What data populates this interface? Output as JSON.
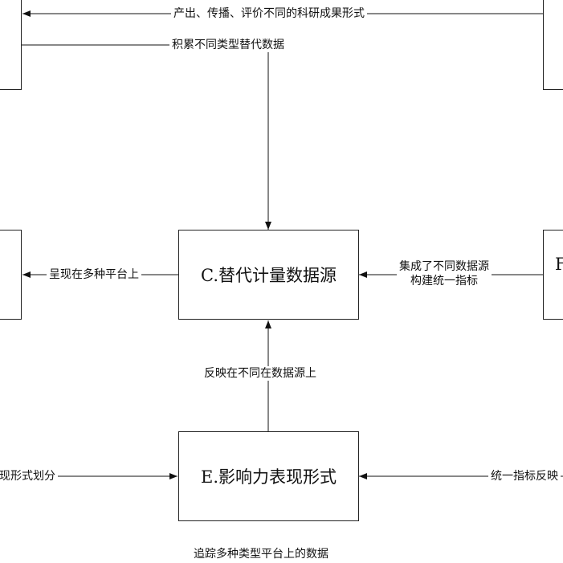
{
  "nodes": {
    "c": {
      "label": "C.替代计量数据源"
    },
    "e": {
      "label": "E.影响力表现形式"
    },
    "f": {
      "label": "F"
    }
  },
  "edges": {
    "top_line_1": "产出、传播、评价不同的科研成果形式",
    "top_line_2": "积累不同类型替代数据",
    "c_to_left": "呈现在多种平台上",
    "f_to_c_line1": "集成了不同数据源",
    "f_to_c_line2": "构建统一指标",
    "e_to_c": "反映在不同在数据源上",
    "left_to_e": "现形式划分",
    "right_to_e": "统一指标反映",
    "bottom": "追踪多种类型平台上的数据"
  }
}
